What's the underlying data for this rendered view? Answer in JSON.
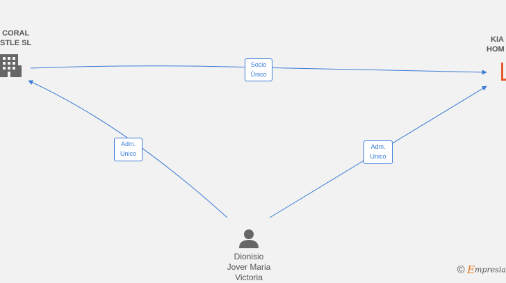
{
  "nodes": {
    "company_left": {
      "line1": "CORAL",
      "line2": "STLE  SL",
      "icon": "building-icon",
      "color": "#666666"
    },
    "company_right": {
      "line1": "KIA",
      "line2": "HOM",
      "icon": "building-icon",
      "color": "#e8582a"
    },
    "person": {
      "line1": "Dionisio",
      "line2": "Jover Maria",
      "line3": "Victoria",
      "icon": "person-icon",
      "color": "#666666"
    }
  },
  "edges": {
    "top": {
      "line1": "Socio",
      "line2": "Único"
    },
    "left": {
      "line1": "Adm.",
      "line2": "Unico"
    },
    "right": {
      "line1": "Adm.",
      "line2": "Unico"
    }
  },
  "colors": {
    "edge": "#3a7bd5",
    "background": "#f2f2f2"
  },
  "watermark": {
    "symbol": "©",
    "brand_initial": "E",
    "brand_rest": "mpresia"
  }
}
